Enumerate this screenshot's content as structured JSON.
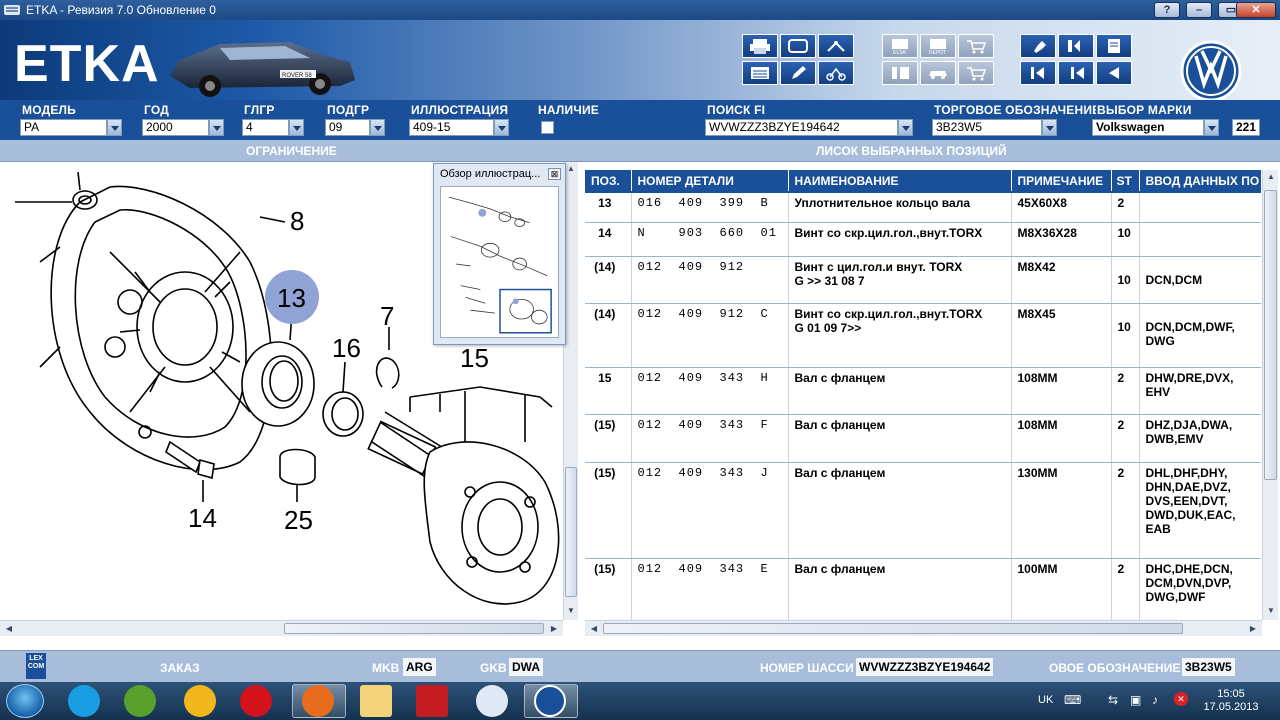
{
  "window": {
    "title": "ETKA - Ревизия 7.0 Обновление 0",
    "controls": [
      "?",
      "–",
      "▭",
      "✕"
    ]
  },
  "header": {
    "logo": "ETKA",
    "car_plate": "ROVER 58"
  },
  "selector": {
    "model": {
      "label": "МОДЕЛЬ",
      "value": "PA"
    },
    "year": {
      "label": "ГОД",
      "value": "2000"
    },
    "main_group": {
      "label": "ГЛГР",
      "value": "4"
    },
    "sub_group": {
      "label": "ПОДГР",
      "value": "09"
    },
    "illustration": {
      "label": "ИЛЛЮСТРАЦИЯ",
      "value": "409-15"
    },
    "availability": {
      "label": "НАЛИЧИЕ"
    },
    "fi_search": {
      "label": "ПОИСК FI",
      "value": "WVWZZZ3BZYE194642"
    },
    "trade_name": {
      "label": "ТОРГОВОЕ ОБОЗНАЧЕНИЕ",
      "value": "3B23W5"
    },
    "brand": {
      "label": "ВЫБОР МАРКИ",
      "value": "Volkswagen",
      "code": "221"
    }
  },
  "sections": {
    "restriction": "ОГРАНИЧЕНИЕ",
    "selected_list": "ЛИСОК ВЫБРАННЫХ ПОЗИЦИЙ"
  },
  "overview": {
    "title": "Обзор иллюстрац...",
    "close": "⊠"
  },
  "illustration": {
    "callouts": [
      "8",
      "13",
      "7",
      "16",
      "15",
      "14",
      "25"
    ]
  },
  "table": {
    "headers": [
      "ПОЗ.",
      "НОМЕР ДЕТАЛИ",
      "НАИМЕНОВАНИЕ",
      "ПРИМЕЧАНИЕ",
      "ST",
      "ВВОД ДАННЫХ ПО"
    ],
    "rows": [
      {
        "pos": "13",
        "number": "016  409  399  B",
        "name": "Уплотнительное кольцо вала",
        "note": "45X60X8",
        "st": "2",
        "input": ""
      },
      {
        "pos": "14",
        "number": "N    903  660  01",
        "name": "Винт со скр.цил.гол.,внут.TORX",
        "note": "M8X36X28",
        "st": "10",
        "input": ""
      },
      {
        "pos": "(14)",
        "number": "012  409  912",
        "name": "Винт с цил.гол.и внут. TORX\nG              >>       31 08 7",
        "note": "M8X42",
        "st": "10",
        "input": "DCN,DCM"
      },
      {
        "pos": "(14)",
        "number": "012  409  912  C",
        "name": "Винт со скр.цил.гол.,внут.TORX\nG        01 09 7>>",
        "note": "M8X45",
        "st": "10",
        "input": "DCN,DCM,DWF,\nDWG"
      },
      {
        "pos": "15",
        "number": "012  409  343  H",
        "name": "Вал с фланцем",
        "note": "108MM",
        "st": "2",
        "input": "DHW,DRE,DVX,\nEHV"
      },
      {
        "pos": "(15)",
        "number": "012  409  343  F",
        "name": "Вал с фланцем",
        "note": "108MM",
        "st": "2",
        "input": "DHZ,DJA,DWA,\nDWB,EMV"
      },
      {
        "pos": "(15)",
        "number": "012  409  343  J",
        "name": "Вал с фланцем",
        "note": "130MM",
        "st": "2",
        "input": "DHL,DHF,DHY,\nDHN,DAE,DVZ,\nDVS,EEN,DVT,\nDWD,DUK,EAC,\nEAB"
      },
      {
        "pos": "(15)",
        "number": "012  409  343  E",
        "name": "Вал с фланцем",
        "note": "100MM",
        "st": "2",
        "input": "DHC,DHE,DCN,\nDCM,DVN,DVP,\nDWG,DWF"
      }
    ]
  },
  "status": {
    "lexcom": "LEX COM",
    "order": "ЗАКАЗ",
    "mkb_label": "MKB",
    "mkb_value": "ARG",
    "gkb_label": "GKB",
    "gkb_value": "DWA",
    "chassis_label": "НОМЕР ШАССИ",
    "chassis_value": "WVWZZZ3BZYE194642",
    "designation_label": "ОВОЕ ОБОЗНАЧЕНИЕ",
    "designation_value": "3B23W5"
  },
  "taskbar": {
    "lang": "UK",
    "time": "15:05",
    "date": "17.05.2013"
  },
  "colors": {
    "accent": "#1a4f99",
    "section": "#a8bdd9"
  }
}
